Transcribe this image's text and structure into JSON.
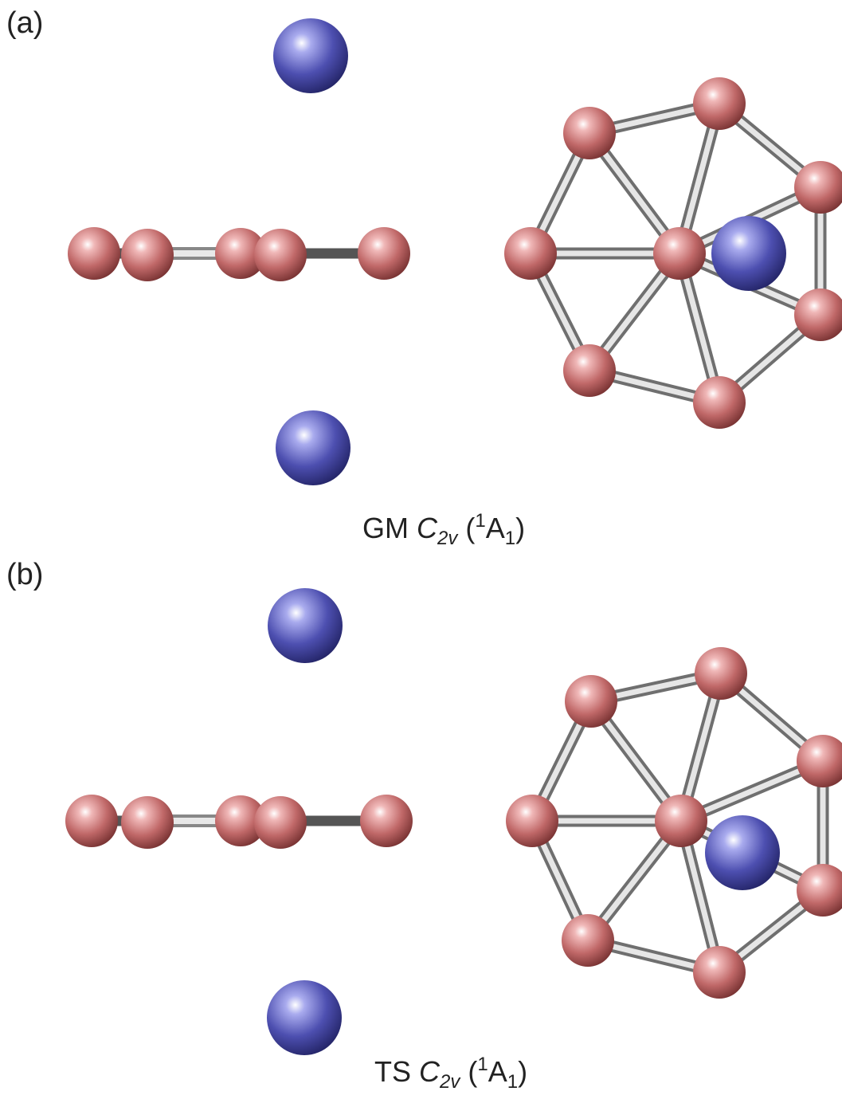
{
  "panels": [
    {
      "label": "(a)",
      "caption": {
        "prefix": "GM",
        "point_group": "C",
        "point_group_sub": "2v",
        "state_sup": "1",
        "state": "A",
        "state_sub": "1"
      }
    },
    {
      "label": "(b)",
      "caption": {
        "prefix": "TS",
        "point_group": "C",
        "point_group_sub": "2v",
        "state_sup": "1",
        "state": "A",
        "state_sub": "1"
      }
    }
  ],
  "colors": {
    "boron_atom": "#c06868",
    "metal_atom": "#4d4fb0",
    "bond": "#b8b8b8",
    "bond_dark": "#555555",
    "background": "#ffffff"
  }
}
